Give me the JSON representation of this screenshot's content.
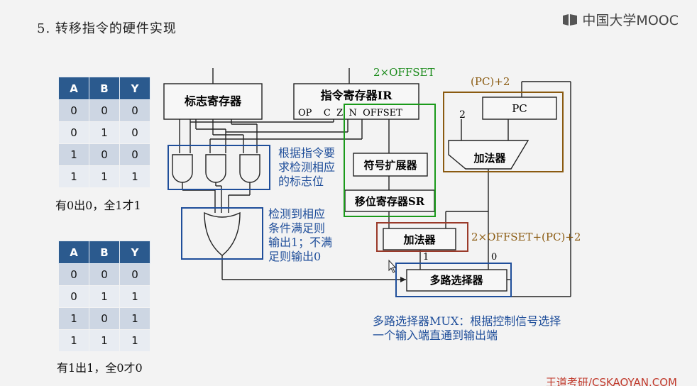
{
  "slide": {
    "title": "5. 转移指令的硬件实现",
    "logo_text": "中国大学MOOC",
    "watermark": "王道考研/CSKAOYAN.COM"
  },
  "and_table": {
    "headers": [
      "A",
      "B",
      "Y"
    ],
    "rows": [
      [
        "0",
        "0",
        "0"
      ],
      [
        "0",
        "1",
        "0"
      ],
      [
        "1",
        "0",
        "0"
      ],
      [
        "1",
        "1",
        "1"
      ]
    ],
    "caption": "有0出0，全1才1"
  },
  "or_table": {
    "headers": [
      "A",
      "B",
      "Y"
    ],
    "rows": [
      [
        "0",
        "0",
        "0"
      ],
      [
        "0",
        "1",
        "1"
      ],
      [
        "1",
        "0",
        "1"
      ],
      [
        "1",
        "1",
        "1"
      ]
    ],
    "caption": "有1出1，全0才0"
  },
  "diagram": {
    "flag_register": "标志寄存器",
    "instruction_register": "指令寄存器IR",
    "ir_fields": "OP    C  Z  N  OFFSET",
    "sign_extend": "符号扩展器",
    "shift_register": "移位寄存器SR",
    "adder_main": "加法器",
    "adder_pc": "加法器",
    "pc": "PC",
    "mux": "多路选择器",
    "const_two": "2",
    "mux_input_1": "1",
    "mux_input_0": "0",
    "label_2offset": "2×OFFSET",
    "label_pc_plus_2": "(PC)+2",
    "label_sum": "2×OFFSET+(PC)+2"
  },
  "notes": {
    "and_gates_note": [
      "根据指令要",
      "求检测相应",
      "的标志位"
    ],
    "or_gate_note": [
      "检测到相应",
      "条件满足则",
      "输出1；不满",
      "足则输出0"
    ],
    "mux_note": [
      "多路选择器MUX：根据控制信号选择",
      "一个输入端直通到输出端"
    ]
  },
  "colors": {
    "table_header": "#2b5a8e",
    "blue_frame": "#1f4e9a",
    "green_frame": "#1a9a1a",
    "brown_frame": "#8a5a10",
    "adder_frame": "#9a3a2a"
  }
}
